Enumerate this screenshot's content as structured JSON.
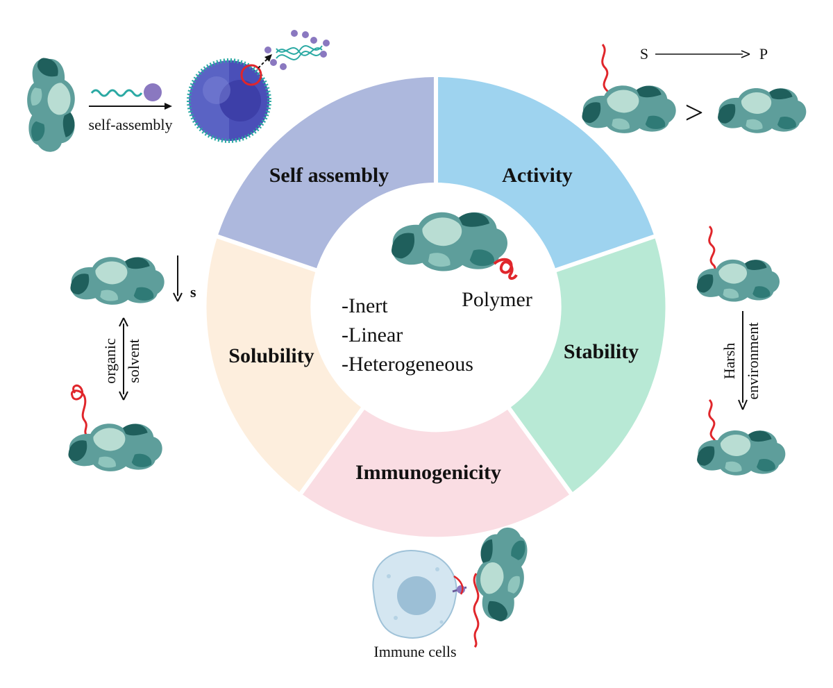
{
  "segments": [
    {
      "id": "self-assembly",
      "label": "Self assembly",
      "color": "#adb8dd"
    },
    {
      "id": "activity",
      "label": "Activity",
      "color": "#9ed3ef"
    },
    {
      "id": "stability",
      "label": "Stability",
      "color": "#b8e9d5"
    },
    {
      "id": "immunogenicity",
      "label": "Immunogenicity",
      "color": "#fadde3"
    },
    {
      "id": "solubility",
      "label": "Solubility",
      "color": "#fdeedd"
    }
  ],
  "center": {
    "polymer_label": "Polymer",
    "properties": [
      "-Inert",
      "-Linear",
      "-Heterogeneous"
    ]
  },
  "annotations": {
    "self_assembly_arrow": "self-assembly",
    "activity_substrate": "S",
    "activity_product": "P",
    "activity_compare": ">",
    "solubility_s": "s",
    "solubility_solvent_1": "organic",
    "solubility_solvent_2": "solvent",
    "stability_env_1": "Harsh",
    "stability_env_2": "environment",
    "immune_cells": "Immune cells"
  },
  "colors": {
    "protein_dark": "#1f5f5c",
    "protein_mid": "#5e9e9b",
    "protein_light": "#b9ddd3",
    "polymer_red": "#e0262b",
    "sphere_blue": "#5a63c4",
    "dna_teal": "#2aa9a3",
    "bead_purple": "#8a78c0"
  }
}
